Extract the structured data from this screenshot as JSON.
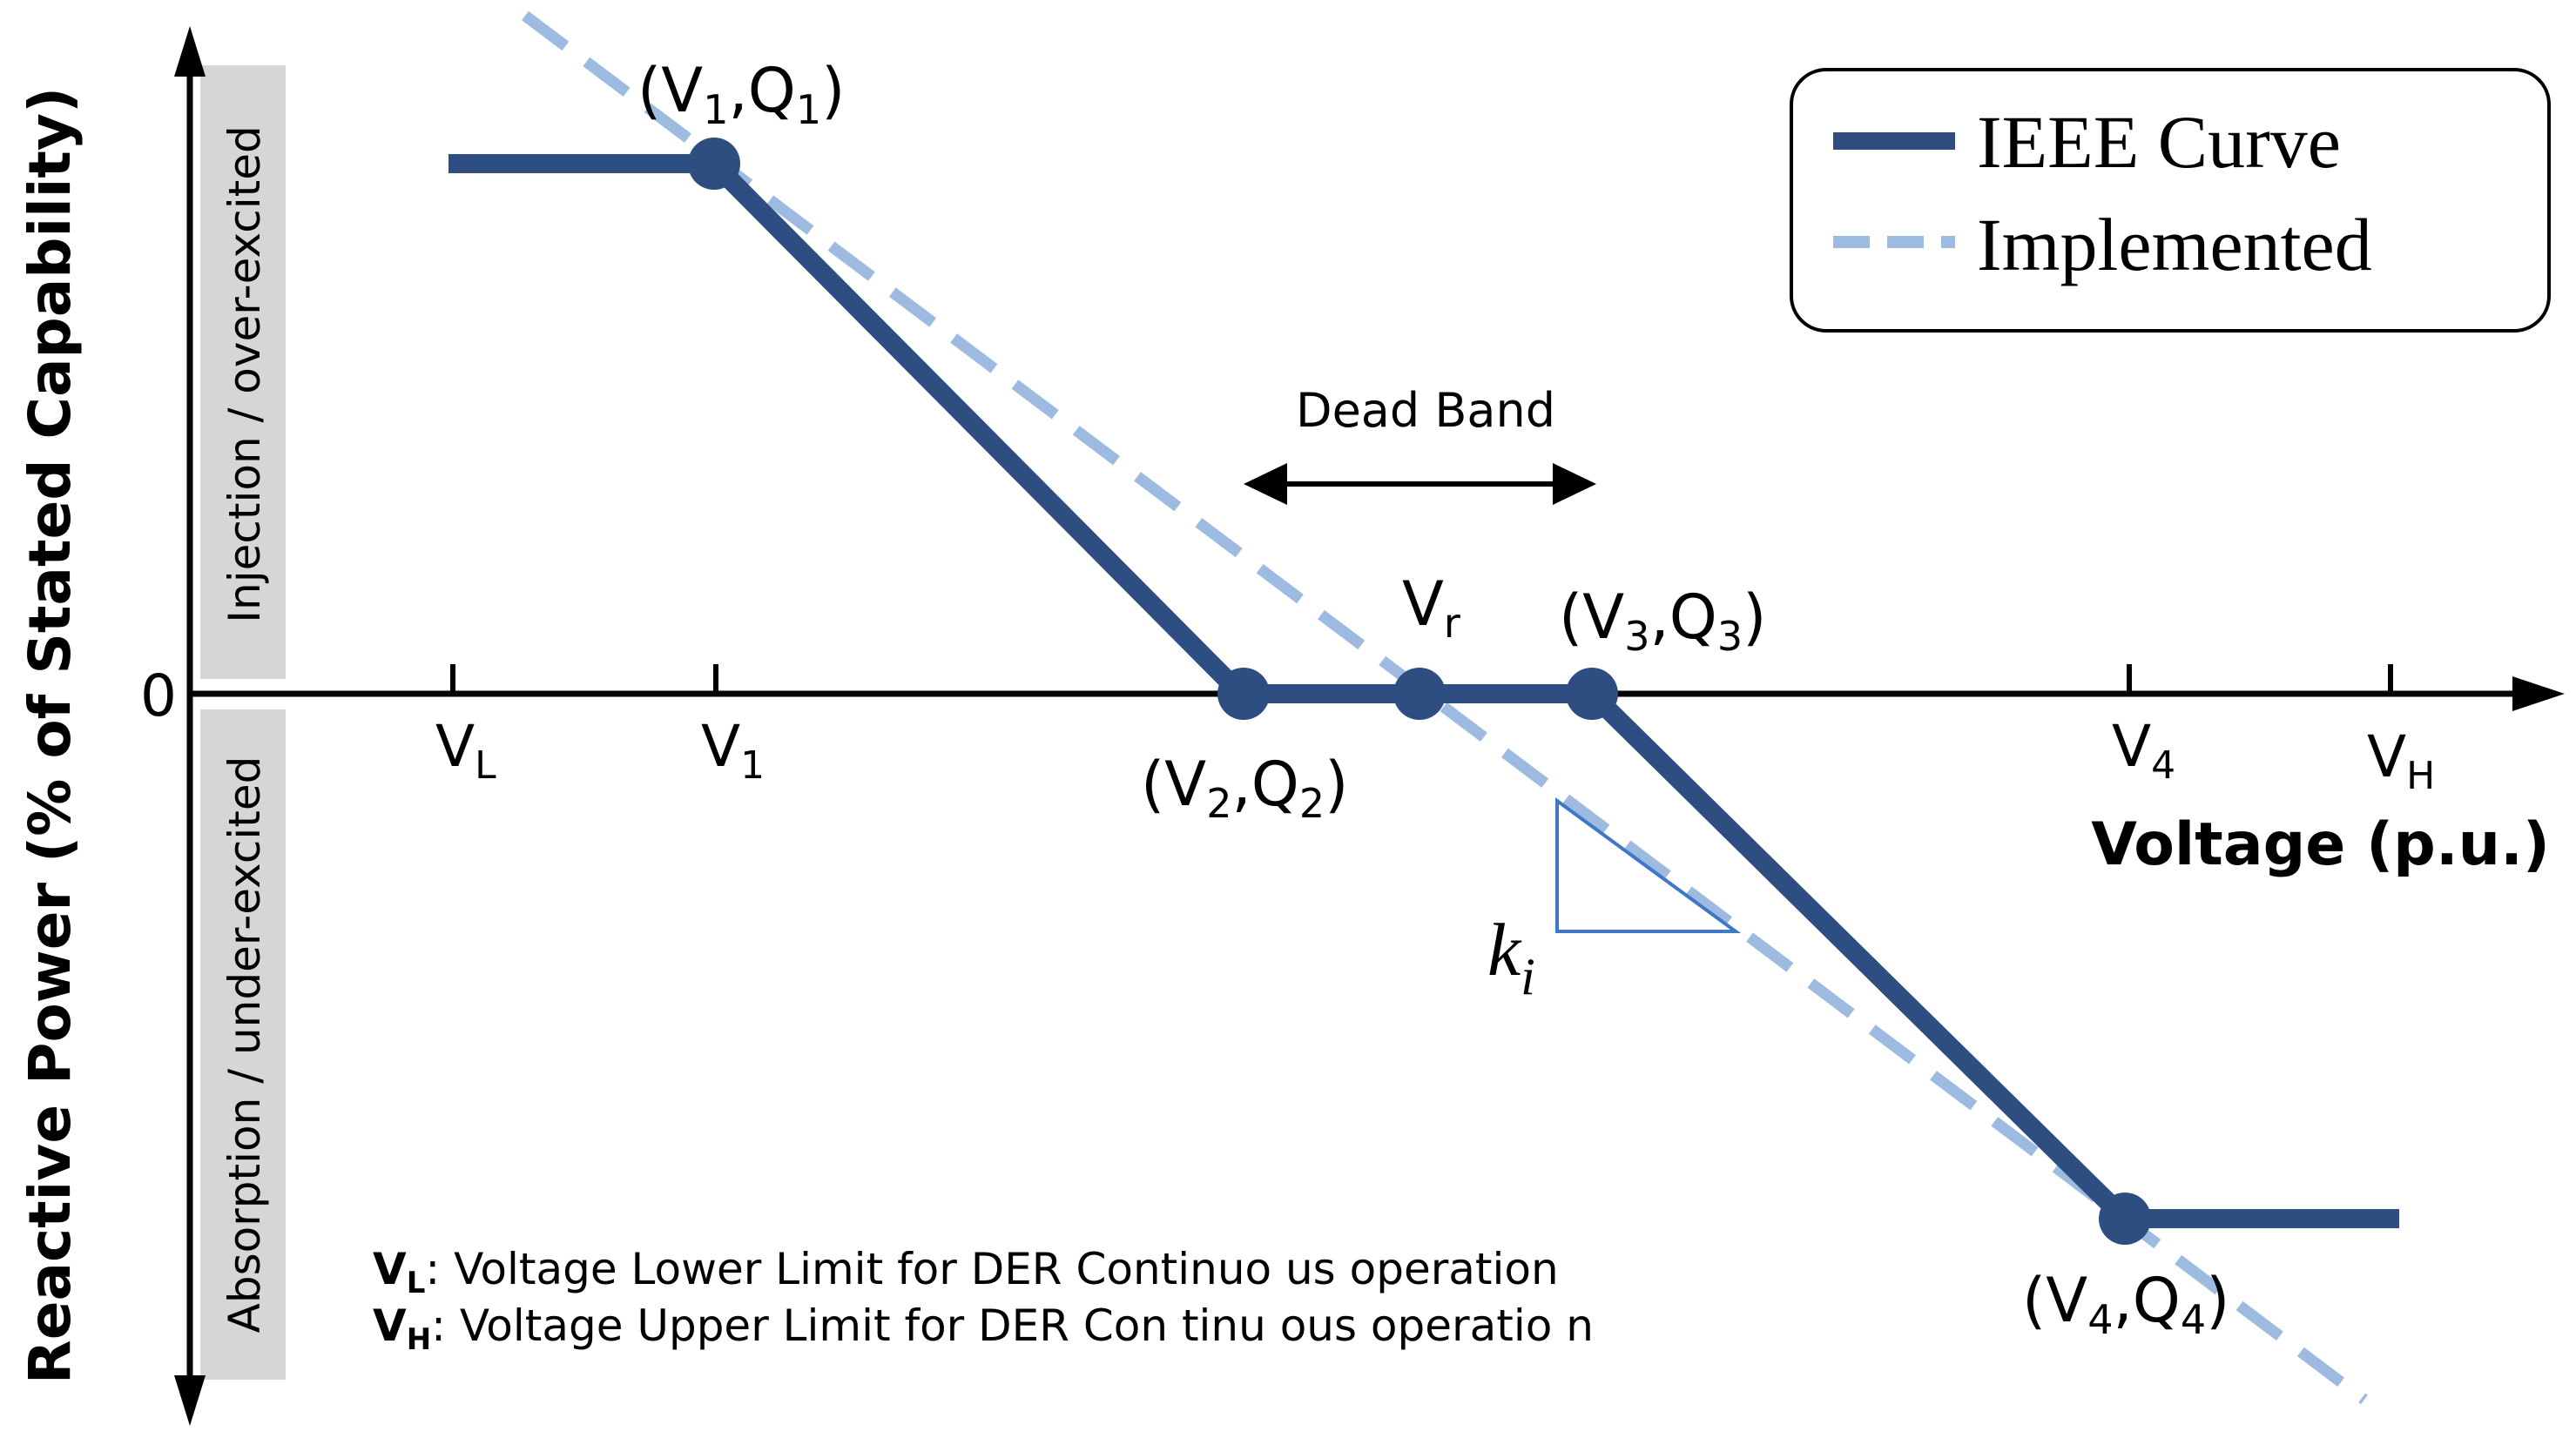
{
  "colors": {
    "ieee_curve": "#2e4e82",
    "implemented": "#9dbbe0",
    "axis": "#000000",
    "slope_triangle": "#3f78c6",
    "region_shade": "#d6d6d6"
  },
  "axes": {
    "y_label": "Reactive Power (% of Stated Capability)",
    "x_label": "Voltage (p.u.)",
    "zero_label": "0",
    "injection_label": "Injection / over-excited",
    "absorption_label": "Absorption / under-excited"
  },
  "ticks": {
    "vl": {
      "main": "V",
      "sub": "L"
    },
    "v1": {
      "main": "V",
      "sub": "1"
    },
    "v4": {
      "main": "V",
      "sub": "4"
    },
    "vh": {
      "main": "V",
      "sub": "H"
    }
  },
  "points": {
    "p1": {
      "a": "(V",
      "b": "1",
      "c": ",Q",
      "d": "1",
      "e": ")"
    },
    "p2": {
      "a": "(V",
      "b": "2",
      "c": ",Q",
      "d": "2",
      "e": ")"
    },
    "p3": {
      "a": "(V",
      "b": "3",
      "c": ",Q",
      "d": "3",
      "e": ")"
    },
    "p4": {
      "a": "(V",
      "b": "4",
      "c": ",Q",
      "d": "4",
      "e": ")"
    },
    "vr": {
      "main": "V",
      "sub": "r"
    }
  },
  "dead_band_label": "Dead Band",
  "slope_label": {
    "main": "k",
    "sub": "i"
  },
  "legend": {
    "ieee": "IEEE Curve",
    "implemented": "Implemented"
  },
  "notes": {
    "vl": {
      "bold": "V",
      "sub": "L",
      "text": ": Voltage Lower Limit for DER Continuo us operation"
    },
    "vh": {
      "bold": "V",
      "sub": "H",
      "text": ": Voltage Upper Limit for DER Con tinu ous operatio n"
    }
  }
}
